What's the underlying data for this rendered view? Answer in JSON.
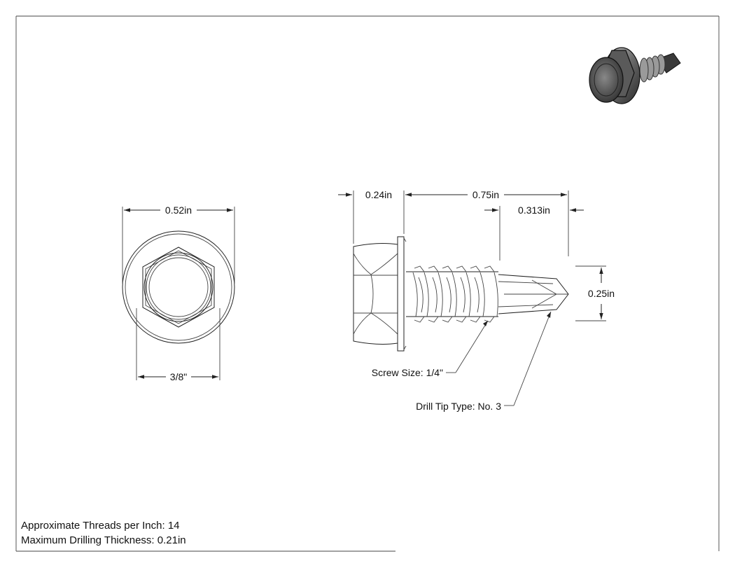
{
  "views": {
    "front": {
      "flange_diameter": "0.52in",
      "hex_size": "3/8\""
    },
    "side": {
      "head_height": "0.24in",
      "length": "0.75in",
      "drill_point_length": "0.313in",
      "diameter": "0.25in"
    }
  },
  "callouts": {
    "screw_size": "Screw Size: 1/4\"",
    "drill_tip": "Drill Tip Type: No. 3"
  },
  "notes": {
    "threads": "Approximate Threads per Inch: 14",
    "drilling": "Maximum Drilling Thickness: 0.21in"
  },
  "colors": {
    "line": "#222222",
    "metal_dark": "#4a4a4a",
    "metal_light": "#bcbcbc"
  }
}
